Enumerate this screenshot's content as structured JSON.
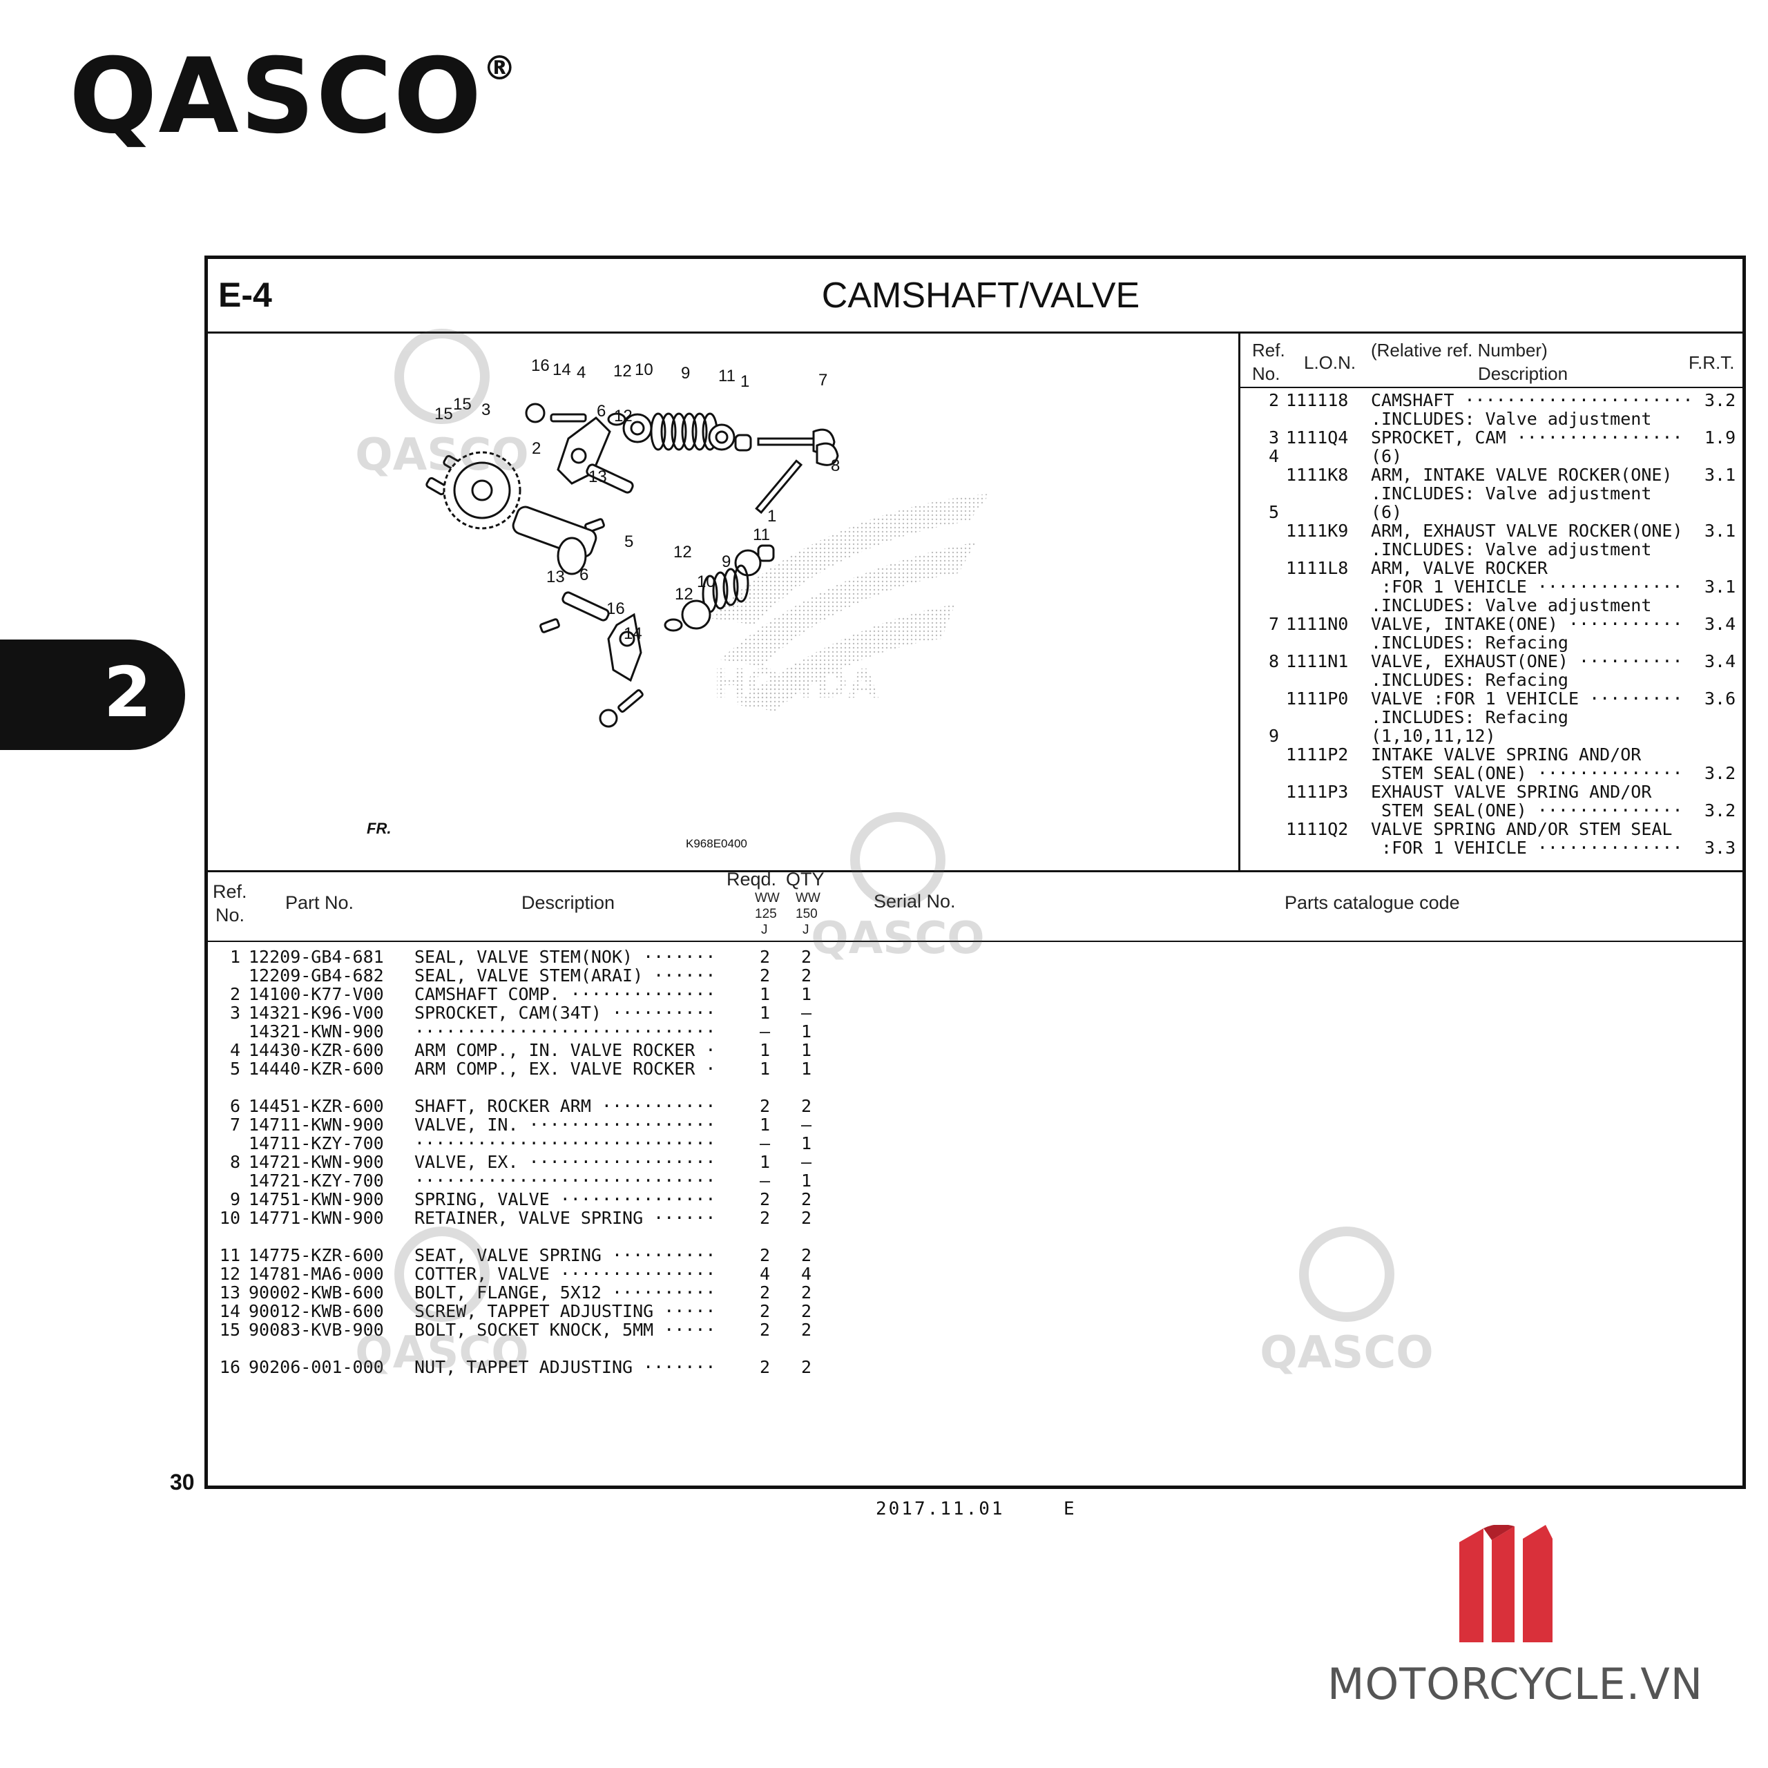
{
  "brand": {
    "name": "QASCO",
    "registered": "®"
  },
  "side_tab": {
    "label": "2"
  },
  "section": {
    "code": "E-4",
    "title": "CAMSHAFT/VALVE"
  },
  "diagram": {
    "drawing_code": "K968E0400",
    "direction_label": "FR.",
    "callouts": [
      "16",
      "14",
      "4",
      "12",
      "10",
      "9",
      "11",
      "1",
      "7",
      "15",
      "15",
      "3",
      "6",
      "12",
      "2",
      "13",
      "8",
      "1",
      "11",
      "5",
      "12",
      "9",
      "13",
      "6",
      "10",
      "12",
      "16",
      "14"
    ],
    "emblem_text": "HONDA"
  },
  "set_table": {
    "headers": {
      "ref": "Ref.",
      "no": "No.",
      "lon": "L.O.N.",
      "rel": "(Relative ref. Number)",
      "desc": "Description",
      "frt": "F.R.T."
    },
    "rows": [
      {
        "ref": "2",
        "lon": "111118",
        "desc": "CAMSHAFT ······················",
        "frt": "3.2"
      },
      {
        "ref": "",
        "lon": "",
        "desc": ".INCLUDES: Valve adjustment",
        "frt": ""
      },
      {
        "ref": "3",
        "lon": "1111Q4",
        "desc": "SPROCKET, CAM ················",
        "frt": "1.9"
      },
      {
        "ref": "4",
        "lon": "",
        "desc": "(6)",
        "frt": ""
      },
      {
        "ref": "",
        "lon": "1111K8",
        "desc": "ARM, INTAKE VALVE ROCKER(ONE)",
        "frt": "3.1"
      },
      {
        "ref": "",
        "lon": "",
        "desc": ".INCLUDES: Valve adjustment",
        "frt": ""
      },
      {
        "ref": "5",
        "lon": "",
        "desc": "(6)",
        "frt": ""
      },
      {
        "ref": "",
        "lon": "1111K9",
        "desc": "ARM, EXHAUST VALVE ROCKER(ONE)",
        "frt": "3.1"
      },
      {
        "ref": "",
        "lon": "",
        "desc": ".INCLUDES: Valve adjustment",
        "frt": ""
      },
      {
        "ref": "",
        "lon": "1111L8",
        "desc": "ARM, VALVE ROCKER",
        "frt": ""
      },
      {
        "ref": "",
        "lon": "",
        "desc": " :FOR 1 VEHICLE ··············",
        "frt": "3.1"
      },
      {
        "ref": "",
        "lon": "",
        "desc": ".INCLUDES: Valve adjustment",
        "frt": ""
      },
      {
        "ref": "7",
        "lon": "1111N0",
        "desc": "VALVE, INTAKE(ONE) ···········",
        "frt": "3.4"
      },
      {
        "ref": "",
        "lon": "",
        "desc": ".INCLUDES: Refacing",
        "frt": ""
      },
      {
        "ref": "8",
        "lon": "1111N1",
        "desc": "VALVE, EXHAUST(ONE) ··········",
        "frt": "3.4"
      },
      {
        "ref": "",
        "lon": "",
        "desc": ".INCLUDES: Refacing",
        "frt": ""
      },
      {
        "ref": "",
        "lon": "1111P0",
        "desc": "VALVE :FOR 1 VEHICLE ·········",
        "frt": "3.6"
      },
      {
        "ref": "",
        "lon": "",
        "desc": ".INCLUDES: Refacing",
        "frt": ""
      },
      {
        "ref": "9",
        "lon": "",
        "desc": "(1,10,11,12)",
        "frt": ""
      },
      {
        "ref": "",
        "lon": "1111P2",
        "desc": "INTAKE VALVE SPRING AND/OR",
        "frt": ""
      },
      {
        "ref": "",
        "lon": "",
        "desc": " STEM SEAL(ONE) ··············",
        "frt": "3.2"
      },
      {
        "ref": "",
        "lon": "1111P3",
        "desc": "EXHAUST VALVE SPRING AND/OR",
        "frt": ""
      },
      {
        "ref": "",
        "lon": "",
        "desc": " STEM SEAL(ONE) ··············",
        "frt": "3.2"
      },
      {
        "ref": "",
        "lon": "1111Q2",
        "desc": "VALVE SPRING AND/OR STEM SEAL",
        "frt": ""
      },
      {
        "ref": "",
        "lon": "",
        "desc": " :FOR 1 VEHICLE ··············",
        "frt": "3.3"
      }
    ]
  },
  "parts_table": {
    "headers": {
      "ref": "Ref.",
      "no": "No.",
      "part_no": "Part No.",
      "description": "Description",
      "reqd": "Reqd.",
      "qty": "QTY",
      "col1_a": "WW",
      "col1_b": "125",
      "col1_c": "J",
      "col2_a": "WW",
      "col2_b": "150",
      "col2_c": "J",
      "serial": "Serial No.",
      "catalogue": "Parts catalogue code"
    },
    "rows": [
      {
        "ref": "1",
        "part": "12209-GB4-681",
        "desc": "SEAL, VALVE STEM(NOK) ·······",
        "q1": "2",
        "q2": "2"
      },
      {
        "ref": "",
        "part": "12209-GB4-682",
        "desc": "SEAL, VALVE STEM(ARAI) ······",
        "q1": "2",
        "q2": "2"
      },
      {
        "ref": "2",
        "part": "14100-K77-V00",
        "desc": "CAMSHAFT COMP. ··············",
        "q1": "1",
        "q2": "1"
      },
      {
        "ref": "3",
        "part": "14321-K96-V00",
        "desc": "SPROCKET, CAM(34T) ··········",
        "q1": "1",
        "q2": "–"
      },
      {
        "ref": "",
        "part": "14321-KWN-900",
        "desc": "·····························",
        "q1": "–",
        "q2": "1"
      },
      {
        "ref": "4",
        "part": "14430-KZR-600",
        "desc": "ARM COMP., IN. VALVE ROCKER ·",
        "q1": "1",
        "q2": "1"
      },
      {
        "ref": "5",
        "part": "14440-KZR-600",
        "desc": "ARM COMP., EX. VALVE ROCKER ·",
        "q1": "1",
        "q2": "1"
      },
      {
        "ref": "",
        "part": "",
        "desc": "",
        "q1": "",
        "q2": ""
      },
      {
        "ref": "6",
        "part": "14451-KZR-600",
        "desc": "SHAFT, ROCKER ARM ···········",
        "q1": "2",
        "q2": "2"
      },
      {
        "ref": "7",
        "part": "14711-KWN-900",
        "desc": "VALVE, IN. ··················",
        "q1": "1",
        "q2": "–"
      },
      {
        "ref": "",
        "part": "14711-KZY-700",
        "desc": "·····························",
        "q1": "–",
        "q2": "1"
      },
      {
        "ref": "8",
        "part": "14721-KWN-900",
        "desc": "VALVE, EX. ··················",
        "q1": "1",
        "q2": "–"
      },
      {
        "ref": "",
        "part": "14721-KZY-700",
        "desc": "·····························",
        "q1": "–",
        "q2": "1"
      },
      {
        "ref": "9",
        "part": "14751-KWN-900",
        "desc": "SPRING, VALVE ···············",
        "q1": "2",
        "q2": "2"
      },
      {
        "ref": "10",
        "part": "14771-KWN-900",
        "desc": "RETAINER, VALVE SPRING ······",
        "q1": "2",
        "q2": "2"
      },
      {
        "ref": "",
        "part": "",
        "desc": "",
        "q1": "",
        "q2": ""
      },
      {
        "ref": "11",
        "part": "14775-KZR-600",
        "desc": "SEAT, VALVE SPRING ··········",
        "q1": "2",
        "q2": "2"
      },
      {
        "ref": "12",
        "part": "14781-MA6-000",
        "desc": "COTTER, VALVE ···············",
        "q1": "4",
        "q2": "4"
      },
      {
        "ref": "13",
        "part": "90002-KWB-600",
        "desc": "BOLT, FLANGE, 5X12 ··········",
        "q1": "2",
        "q2": "2"
      },
      {
        "ref": "14",
        "part": "90012-KWB-600",
        "desc": "SCREW, TAPPET ADJUSTING ·····",
        "q1": "2",
        "q2": "2"
      },
      {
        "ref": "15",
        "part": "90083-KVB-900",
        "desc": "BOLT, SOCKET KNOCK, 5MM ·····",
        "q1": "2",
        "q2": "2"
      },
      {
        "ref": "",
        "part": "",
        "desc": "",
        "q1": "",
        "q2": ""
      },
      {
        "ref": "16",
        "part": "90206-001-000",
        "desc": "NUT, TAPPET ADJUSTING ·······",
        "q1": "2",
        "q2": "2"
      }
    ]
  },
  "footer": {
    "page_number": "30",
    "date": "2017.11.01",
    "edition": "E",
    "site": "MOTORCYCLE.VN"
  },
  "watermark": {
    "text": "QASCO"
  },
  "colors": {
    "line": "#111111",
    "logo_red": "#d9303a",
    "watermark": "#999999"
  }
}
